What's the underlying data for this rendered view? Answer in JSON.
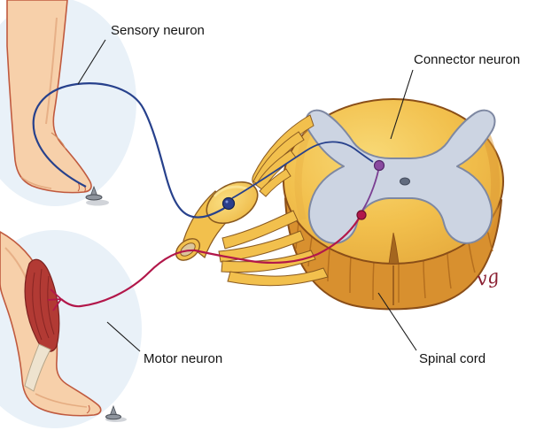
{
  "diagram": {
    "labels": {
      "sensory_neuron": "Sensory neuron",
      "connector_neuron": "Connector neuron",
      "motor_neuron": "Motor neuron",
      "spinal_cord": "Spinal cord"
    },
    "signature": "vg",
    "colors": {
      "sensory_neuron": "#27418c",
      "connector_neuron": "#7b3f92",
      "motor_neuron": "#b2174a",
      "spinal_cord_yellow": "#f2c04d",
      "spinal_cord_shadow": "#d8902f",
      "gray_matter": "#ccd4e2",
      "skin": "#f7d0aa",
      "muscle": "#b23a34",
      "background_wash": "#e9f1f8",
      "label_text": "#131313"
    }
  }
}
